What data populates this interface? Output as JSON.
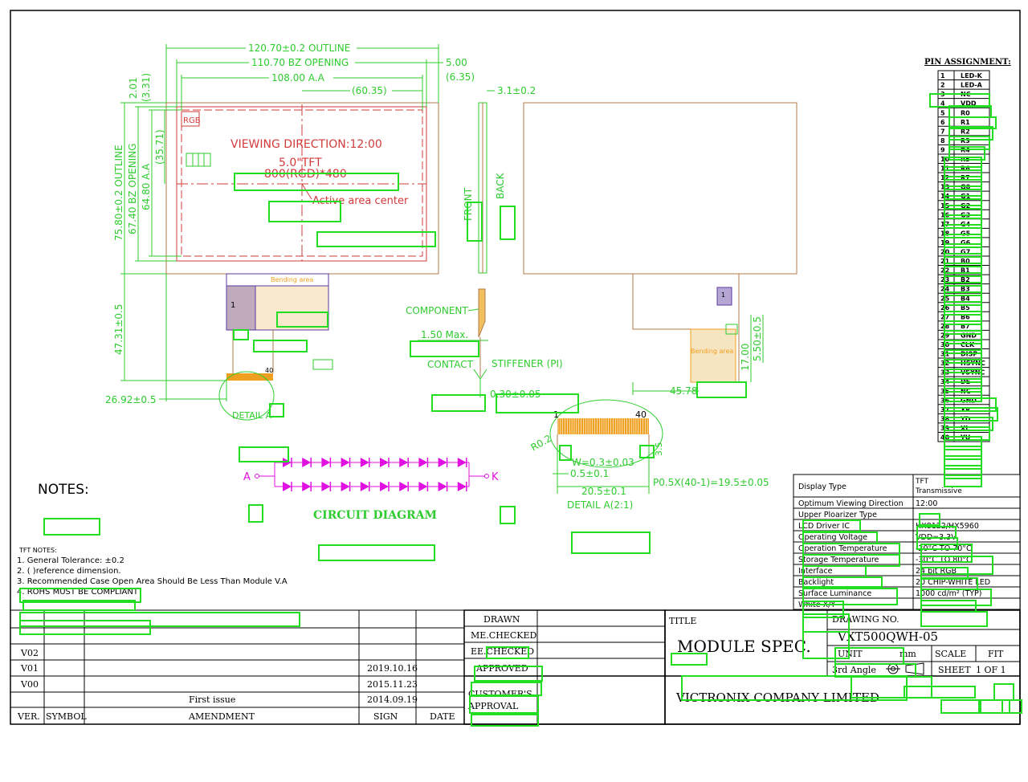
{
  "front_view": {
    "dims": {
      "outline_w": "120.70±0.2 OUTLINE",
      "bz_w": "110.70 BZ OPENING",
      "aa_w": "108.00 A.A",
      "half_w": "(60.35)",
      "right_5": "5.00",
      "right_635": "(6.35)",
      "outline_h": "75.80±0.2 OUTLINE",
      "bz_h": "67.40 BZ OPENING",
      "aa_h": "64.80 A.A",
      "half_h": "(35.71)",
      "top_201": "2.01",
      "top_331": "(3.31)",
      "fpc_len": "47.31±0.5",
      "fpc_off": "26.92±0.5"
    },
    "labels": {
      "rgb": "RGB",
      "viewing": "VIEWING DIRECTION:12:00",
      "tft": "5.0\"TFT",
      "resolution": "800(RGD)*480",
      "active": "Active area center",
      "bending": "Bending area",
      "pin1": "1",
      "pin40": "40",
      "detail": "DETAIL A"
    }
  },
  "side_view": {
    "thickness": "3.1±0.2",
    "front": "FRONT",
    "back": "BACK",
    "component": "COMPONENT",
    "max": "1.50 Max.",
    "contact": "CONTACT",
    "stiffener": "STIFFENER (PI)",
    "fpc_thk": "0.30±0.05"
  },
  "back_view": {
    "dim_1700": "17.00",
    "dim_550": "5.50±0.5",
    "dim_4578": "45.78",
    "bending": "Bending area",
    "pin1": "1"
  },
  "detail_a": {
    "pin40": "40",
    "pin1": "1",
    "radius": "R0.2",
    "dim_35": "3.5",
    "width": "W=0.3±0.03",
    "gap": "0.5±0.1",
    "span": "20.5±0.1",
    "pitch": "P0.5X(40-1)=19.5±0.05",
    "caption": "DETAIL A(2:1)"
  },
  "circuit": {
    "anode": "A",
    "cathode": "K",
    "caption": "CIRCUIT DIAGRAM"
  },
  "notes": {
    "title": "NOTES:",
    "subtitle": "TFT NOTES:",
    "lines": [
      "1. General Tolerance: ±0.2",
      "2. (     )reference dimension.",
      "3. Recommended Case Open Area Should Be Less Than Module V.A",
      "4. ROHS   MUST BE COMPLIANT"
    ]
  },
  "pin_assignment": {
    "title": "PIN ASSIGNMENT:",
    "pins": [
      [
        "1",
        "LED-K"
      ],
      [
        "2",
        "LED-A"
      ],
      [
        "3",
        "NC"
      ],
      [
        "4",
        "VDD"
      ],
      [
        "5",
        "R0"
      ],
      [
        "6",
        "R1"
      ],
      [
        "7",
        "R2"
      ],
      [
        "8",
        "R3"
      ],
      [
        "9",
        "R4"
      ],
      [
        "10",
        "R5"
      ],
      [
        "11",
        "R6"
      ],
      [
        "12",
        "R7"
      ],
      [
        "13",
        "G0"
      ],
      [
        "14",
        "G1"
      ],
      [
        "15",
        "G2"
      ],
      [
        "16",
        "G3"
      ],
      [
        "17",
        "G4"
      ],
      [
        "18",
        "G5"
      ],
      [
        "19",
        "G6"
      ],
      [
        "20",
        "G7"
      ],
      [
        "21",
        "B0"
      ],
      [
        "22",
        "B1"
      ],
      [
        "23",
        "B2"
      ],
      [
        "24",
        "B3"
      ],
      [
        "25",
        "B4"
      ],
      [
        "26",
        "B5"
      ],
      [
        "27",
        "B6"
      ],
      [
        "28",
        "B7"
      ],
      [
        "29",
        "GND"
      ],
      [
        "30",
        "CLK"
      ],
      [
        "31",
        "DISP"
      ],
      [
        "32",
        "HSYNC"
      ],
      [
        "33",
        "VSYNC"
      ],
      [
        "34",
        "DE"
      ],
      [
        "35",
        "NC"
      ],
      [
        "36",
        "GND"
      ],
      [
        "37",
        "XR"
      ],
      [
        "38",
        "YD"
      ],
      [
        "39",
        "XL"
      ],
      [
        "40",
        "YU"
      ]
    ]
  },
  "spec_table": {
    "rows": [
      [
        "Display Type",
        "TFT Transmissive"
      ],
      [
        "Optimum Viewing Direction",
        "12:00"
      ],
      [
        "Upper Ploarizer Type",
        ""
      ],
      [
        "LCD Driver IC",
        "HX8122/HX5960"
      ],
      [
        "Operating Voltage",
        "VDD=3.3V"
      ],
      [
        "Operation Temperature",
        "-20°C TO 70°C"
      ],
      [
        "Storage Temperature",
        "-30°C TO 80°C"
      ],
      [
        "Interface",
        "24 bit RGB"
      ],
      [
        "Backlight",
        "20 CHIP-WHITE LED"
      ],
      [
        "Surface Luminance",
        "1000 cd/m² (TYP)"
      ],
      [
        "White X/Y",
        ""
      ]
    ]
  },
  "revision_table": {
    "headers": {
      "ver": "VER.",
      "symbol": "SYMBOL",
      "amendment": "AMENDMENT",
      "sign": "SIGN",
      "date": "DATE"
    },
    "rows": [
      {
        "ver": "V02",
        "amendment": "",
        "sign": ""
      },
      {
        "ver": "V01",
        "amendment": "",
        "sign": "2019.10.16"
      },
      {
        "ver": "V00",
        "amendment": "",
        "sign": "2015.11.23"
      },
      {
        "ver": "",
        "amendment": "First issue",
        "sign": "2014.09.19"
      }
    ]
  },
  "approval": {
    "drawn": "DRAWN",
    "me_checked": "ME.CHECKED",
    "ee_checked": "EE.CHECKED",
    "approved": "APPROVED",
    "customer_1": "CUSTOMER'S",
    "customer_2": "APPROVAL"
  },
  "title_block": {
    "title_label": "TITLE",
    "title": "MODULE SPEC.",
    "drawing_no_label": "DRAWING NO.",
    "drawing_no": "VXT500QWH-05",
    "unit_label": "UNIT",
    "unit": "mm",
    "scale_label": "SCALE",
    "scale": "FIT",
    "angle": "3rd Angle",
    "sheet_label": "SHEET",
    "sheet_of": "1  OF  1",
    "company": "VICTRONIX COMPANY LIMITED"
  },
  "colors": {
    "dim": "#2ecc2e",
    "red": "#d23b3b",
    "outline": "#b07a4a",
    "magenta": "#e010e0",
    "orange": "#f0a020",
    "purple": "#5a3aa0",
    "box": "#22dd22",
    "black": "#000000"
  }
}
